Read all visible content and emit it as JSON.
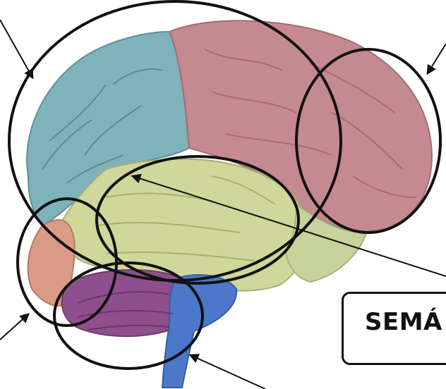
{
  "diagram": {
    "label_box_text": "SEMÁ",
    "colors": {
      "frontal": "#7fb3bc",
      "parietal": "#c58a8f",
      "temporal": "#cfd79a",
      "occipital_face": "#d99a86",
      "cerebellum": "#8e4f8c",
      "brainstem": "#4b78c8",
      "outline": "#111111"
    },
    "regions": [
      "frontal-lobe",
      "parietal-lobe",
      "temporal-lobe",
      "prefrontal-area",
      "cerebellum",
      "brainstem"
    ]
  }
}
